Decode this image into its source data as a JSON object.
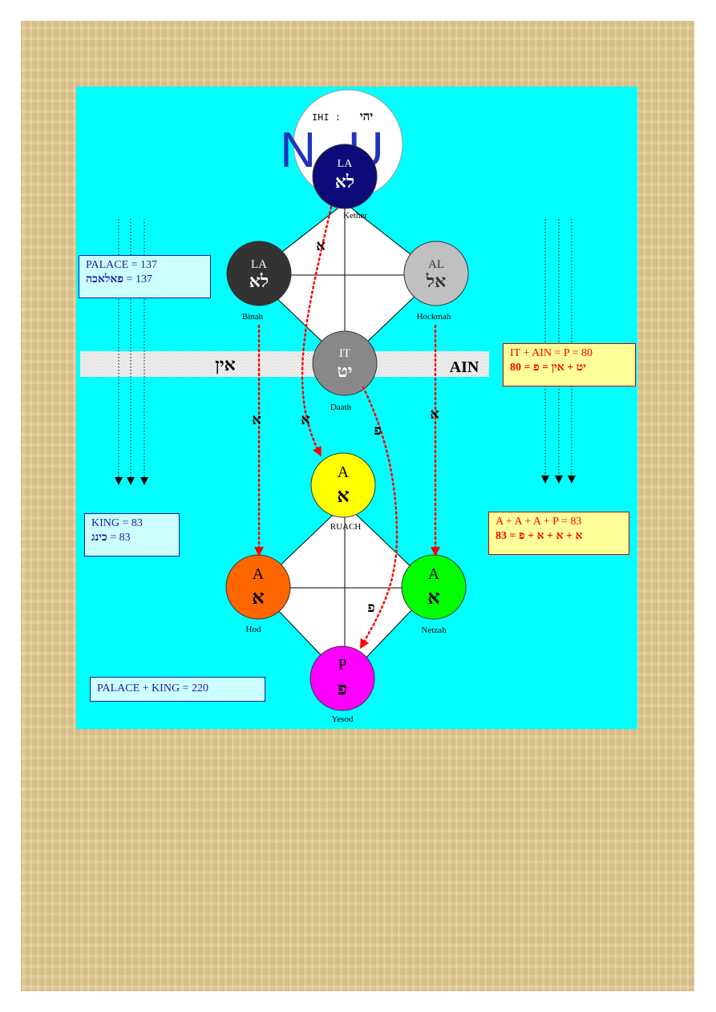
{
  "top_circle": {
    "label": "IHI : ",
    "hebrew": "יהי",
    "big_letters": "NU"
  },
  "band": {
    "left_hebrew": "אין",
    "right_label": "AIN"
  },
  "nodes": [
    {
      "id": "kether",
      "latin": "LA",
      "hebrew": "לא",
      "caption": "Kether",
      "color": "#0b0b7a",
      "text_color": "#ffffff"
    },
    {
      "id": "binah",
      "latin": "LA",
      "hebrew": "לא",
      "caption": "Binah",
      "color": "#333333",
      "text_color": "#ffffff"
    },
    {
      "id": "hockmah",
      "latin": "AL",
      "hebrew": "אל",
      "caption": "Hockmah",
      "color": "#c0c0c0",
      "text_color": "#333333"
    },
    {
      "id": "daath",
      "latin": "IT",
      "hebrew": "יט",
      "caption": "Daath",
      "color": "#888888",
      "text_color": "#ffffff"
    },
    {
      "id": "ruach",
      "latin": "A",
      "hebrew": "א",
      "caption": "RUACH",
      "color": "#ffff00",
      "text_color": "#000000"
    },
    {
      "id": "hod",
      "latin": "A",
      "hebrew": "א",
      "caption": "Hod",
      "color": "#ff6600",
      "text_color": "#000000"
    },
    {
      "id": "netzah",
      "latin": "A",
      "hebrew": "א",
      "caption": "Netzah",
      "color": "#00ff00",
      "text_color": "#000000"
    },
    {
      "id": "yesod",
      "latin": "P",
      "hebrew": "פ",
      "caption": "Yesod",
      "color": "#ff00ff",
      "text_color": "#000000"
    }
  ],
  "path_letters": {
    "aleph": "א",
    "peh": "פ"
  },
  "boxes": {
    "palace": {
      "line1": "PALACE = 137",
      "line2_hebrew": "פאלאכה",
      "line2_rest": " = 137"
    },
    "king": {
      "line1": "KING = 83",
      "line2_hebrew": "כינג",
      "line2_rest": " = 83"
    },
    "palace_king": {
      "line1": "PALACE + KING = 220"
    },
    "it_ain": {
      "line1": "IT + AIN = P = 80",
      "line2": "יט + אין = פ = 80"
    },
    "sum_a": {
      "line1": "A + A + A + P = 83",
      "line2": "א + א + א + פ = 83"
    }
  },
  "colors": {
    "panel": "#00ffff",
    "paper": "#e2cc98",
    "arrow": "#ff0000",
    "box_blue": "#ccffff",
    "box_yellow": "#ffff99"
  }
}
